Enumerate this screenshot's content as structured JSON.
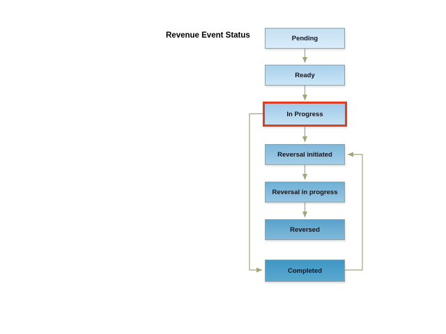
{
  "title": "Revenue Event Status",
  "diagram": {
    "type": "flowchart",
    "connector_color": "#a3a478",
    "highlight_border_color": "#e03c20",
    "node_border_color": "#8fa3a8",
    "nodes": [
      {
        "label": "Pending",
        "fill_top": "#c5dff3",
        "fill_bottom": "#d9ecfa",
        "highlighted": false
      },
      {
        "label": "Ready",
        "fill_top": "#a9d1ec",
        "fill_bottom": "#cbe5f6",
        "highlighted": false
      },
      {
        "label": "In Progress",
        "fill_top": "#9ecae8",
        "fill_bottom": "#c4e1f4",
        "highlighted": true
      },
      {
        "label": "Reversal initiated",
        "fill_top": "#7fb7da",
        "fill_bottom": "#a3cde8",
        "highlighted": false
      },
      {
        "label": "Reversal in progress",
        "fill_top": "#6fb0d6",
        "fill_bottom": "#97c6e3",
        "highlighted": false
      },
      {
        "label": "Reversed",
        "fill_top": "#58a2cb",
        "fill_bottom": "#80b9da",
        "highlighted": false
      },
      {
        "label": "Completed",
        "fill_top": "#3f97c5",
        "fill_bottom": "#5aa8d0",
        "highlighted": false
      }
    ],
    "edges": [
      {
        "from": "Pending",
        "to": "Ready",
        "route": "straight-down"
      },
      {
        "from": "Ready",
        "to": "In Progress",
        "route": "straight-down"
      },
      {
        "from": "In Progress",
        "to": "Reversal initiated",
        "route": "straight-down"
      },
      {
        "from": "Reversal initiated",
        "to": "Reversal in progress",
        "route": "straight-down"
      },
      {
        "from": "Reversal in progress",
        "to": "Reversed",
        "route": "straight-down"
      },
      {
        "from": "In Progress",
        "to": "Completed",
        "route": "left-side-loop"
      },
      {
        "from": "Completed",
        "to": "Reversal initiated",
        "route": "right-side-loop"
      }
    ]
  }
}
